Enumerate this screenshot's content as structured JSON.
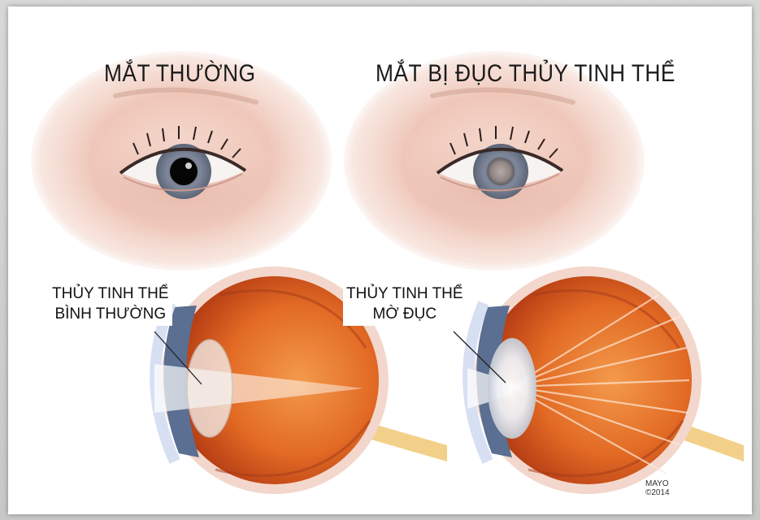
{
  "titles": {
    "normal_eye": "MẮT THƯỜNG",
    "cataract_eye": "MẮT BỊ ĐỤC THỦY TINH THỂ"
  },
  "labels": {
    "normal_lens_line1": "THỦY TINH THỂ",
    "normal_lens_line2": "BÌNH THƯỜNG",
    "cloudy_lens_line1": "THỦY TINH THỂ",
    "cloudy_lens_line2": "MỜ ĐỤC"
  },
  "credit": {
    "line1": "MAYO",
    "line2": "©2014"
  },
  "colors": {
    "skin": "#f1cfc3",
    "iris": "#7d8798",
    "eyeball": "#e0702a",
    "sclera_blue": "#c9d2ee"
  }
}
